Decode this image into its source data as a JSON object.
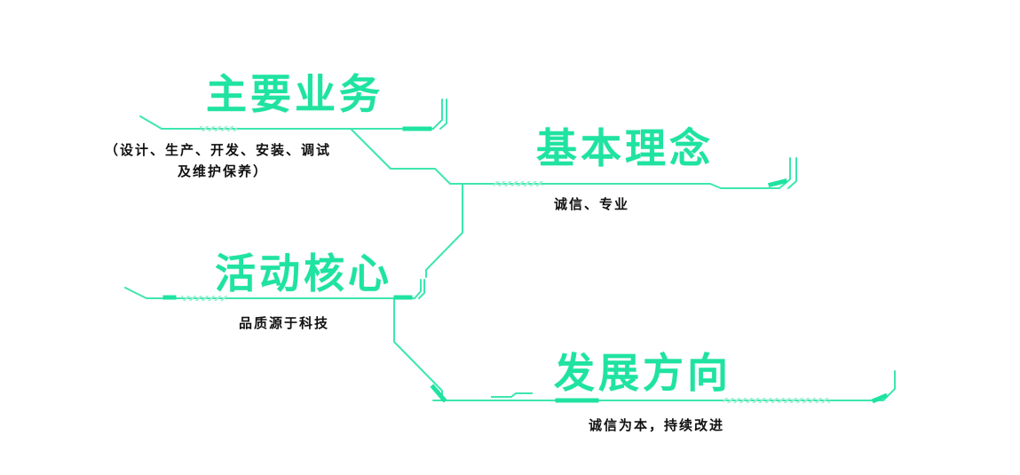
{
  "accent_color": "#1fe3a0",
  "line_color": "#3ee6b0",
  "sections": [
    {
      "id": "main-business",
      "title": "主要业务",
      "description_lines": [
        "（设计、生产、开发、安装、调试",
        "及维护保养）"
      ]
    },
    {
      "id": "basic-philosophy",
      "title": "基本理念",
      "description_lines": [
        "诚信、专业"
      ]
    },
    {
      "id": "activity-core",
      "title": "活动核心",
      "description_lines": [
        "品质源于科技"
      ]
    },
    {
      "id": "development-direction",
      "title": "发展方向",
      "description_lines": [
        "诚信为本，持续改进"
      ]
    }
  ]
}
